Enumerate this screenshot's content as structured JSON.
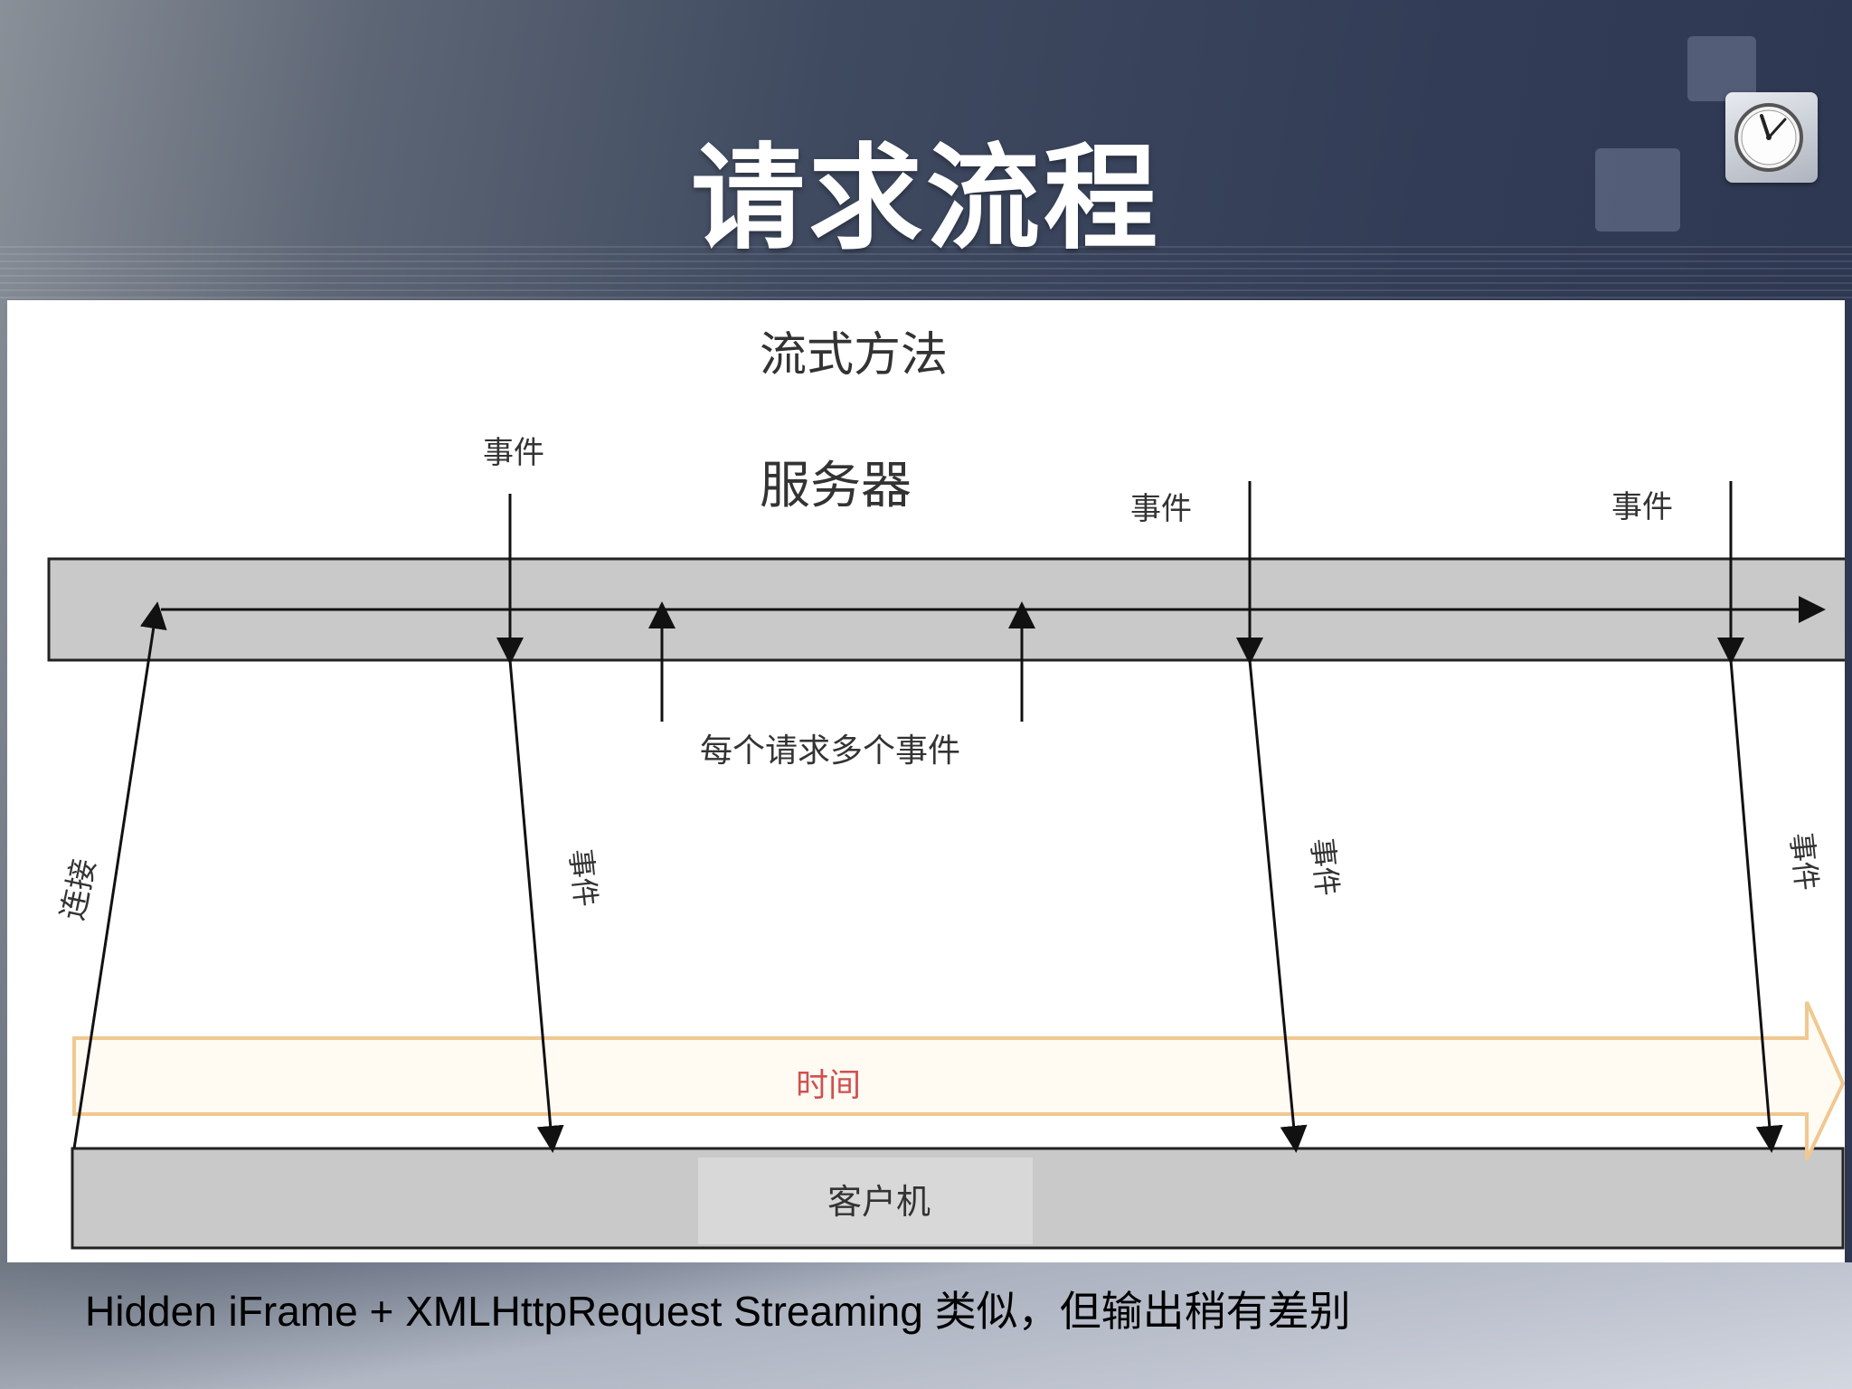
{
  "slide": {
    "title": "请求流程",
    "caption": "Hidden iFrame + XMLHttpRequest Streaming 类似，但输出稍有差别"
  },
  "diagram": {
    "heading": "流式方法",
    "server_label": "服务器",
    "client_label": "客户机",
    "time_label": "时间",
    "multi_events_label": "每个请求多个事件",
    "connect_label": "连接",
    "event_labels": {
      "server_event_1": "事件",
      "server_event_2": "事件",
      "server_event_3": "事件",
      "client_event_1": "事件",
      "client_event_2": "事件",
      "client_event_3": "事件"
    }
  },
  "colors": {
    "server_bar": "#c8c8c8",
    "client_bar": "#c8c8c8",
    "time_arrow_stroke": "#f0c890",
    "time_label": "#d05050"
  },
  "icons": {
    "clock": "clock-icon"
  }
}
